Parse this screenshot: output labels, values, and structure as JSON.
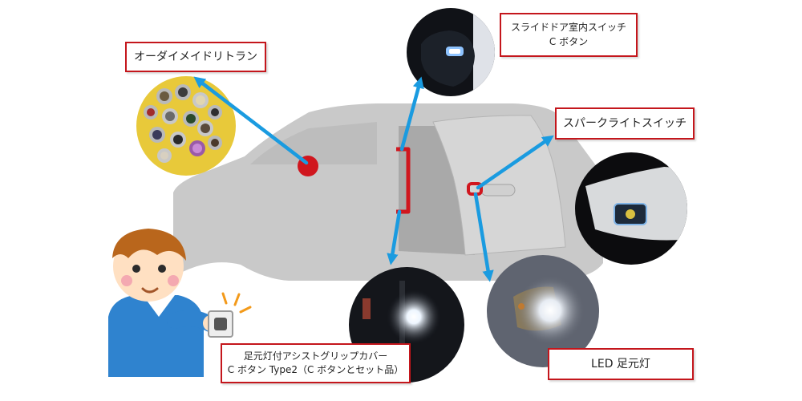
{
  "labels": {
    "order_made_trunk": "オーダイメイドリトラン",
    "slide_door_switch_line1": "スライドドア室内スイッチ",
    "slide_door_switch_line2": "C ボタン",
    "spark_light_switch": "スパークライトスイッチ",
    "assist_grip_line1": "足元灯付アシストグリップカバー",
    "assist_grip_line2": "C ボタン Type2（C ボタンとセット品）",
    "led_foot_light": "LED 足元灯"
  },
  "colors": {
    "arrow": "#1a9be0",
    "label_border": "#c4161c",
    "highlight_red": "#d0161e",
    "car_body": "#c9c9c9",
    "door_shade": "#a9a9a9"
  },
  "icons": [
    "boy-illustration",
    "push-button-icon",
    "red-dot-marker"
  ]
}
